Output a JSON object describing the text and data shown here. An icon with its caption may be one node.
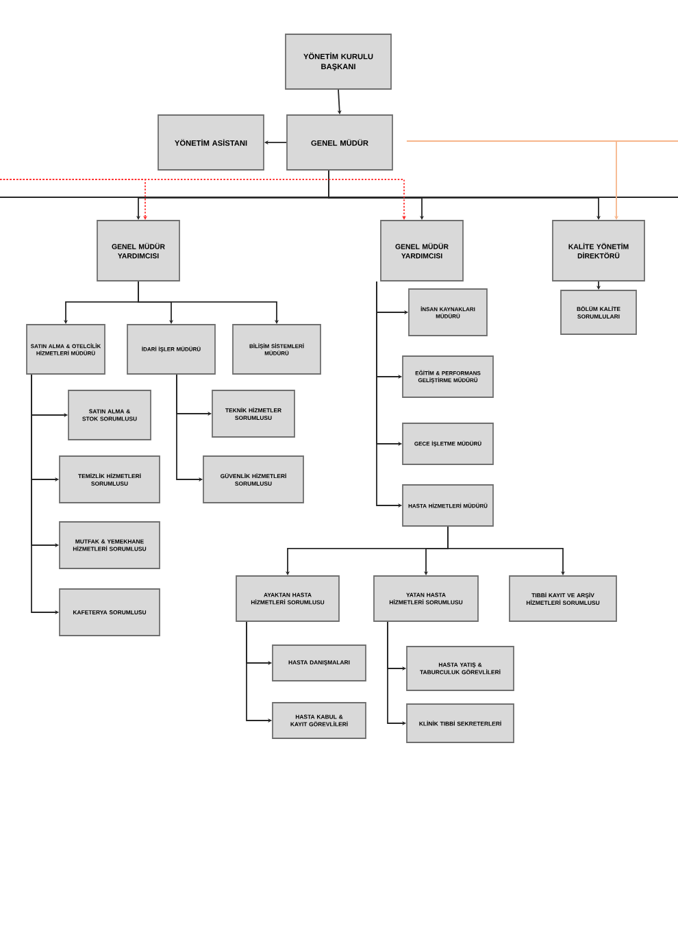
{
  "diagram": {
    "nodes": [
      {
        "text": [
          "YÖNETİM KURULU BAŞKANI"
        ]
      },
      {
        "text": [
          "YÖNETİM ASİSTANI"
        ]
      },
      {
        "text": [
          "GENEL MÜDÜR"
        ]
      },
      {
        "text": [
          "GENEL MÜDÜR YARDIMCISI"
        ]
      },
      {
        "text": [
          "GENEL MÜDÜR YARDIMCISI"
        ]
      },
      {
        "text": [
          "KALİTE YÖNETİM DİREKTÖRÜ"
        ]
      },
      {
        "text": [
          "BÖLÜM KALİTE SORUMLULARI"
        ]
      },
      {
        "text": [
          "SATIN ALMA & OTELCİLİK HİZMETLERİ MÜDÜRÜ"
        ]
      },
      {
        "text": [
          "İDARİ İŞLER MÜDÜRÜ"
        ]
      },
      {
        "text": [
          "BİLİŞİM SİSTEMLERİ MÜDÜRÜ"
        ]
      },
      {
        "text": [
          "SATIN ALMA & STOK SORUMLUSU"
        ]
      },
      {
        "text": [
          "TEMİZLİK HİZMETLERİ SORUMLUSU"
        ]
      },
      {
        "text": [
          "MUTFAK & YEMEKHANE HİZMETLERİ SORUMLUSU"
        ]
      },
      {
        "text": [
          "KAFETERYA SORUMLUSU"
        ]
      },
      {
        "text": [
          "TEKNİK HİZMETLER SORUMLUSU"
        ]
      },
      {
        "text": [
          "GÜVENLİK HİZMETLERİ SORUMLUSU"
        ]
      },
      {
        "text": [
          "İNSAN KAYNAKLARI MÜDÜRÜ"
        ]
      },
      {
        "text": [
          "EĞİTİM & PERFORMANS GELİŞTİRME MÜDÜRÜ"
        ]
      },
      {
        "text": [
          "GECE İŞLETME MÜDÜRÜ"
        ]
      },
      {
        "text": [
          "HASTA HİZMETLERİ MÜDÜRÜ"
        ]
      },
      {
        "text": [
          "AYAKTAN HASTA HİZMETLERİ SORUMLUSU"
        ]
      },
      {
        "text": [
          "YATAN HASTA HİZMETLERİ SORUMLUSU"
        ]
      },
      {
        "text": [
          "TIBBİ KAYIT VE ARŞİV HİZMETLERİ SORUMLUSU"
        ]
      },
      {
        "text": [
          "HASTA DANIŞMALARI"
        ]
      },
      {
        "text": [
          "HASTA KABUL & KAYIT GÖREVLİLERİ"
        ]
      },
      {
        "text": [
          "HASTA YATIŞ & TABURCULUK GÖREVLİLERİ"
        ]
      },
      {
        "text": [
          "KLİNİK TIBBİ SEKRETERLERİ"
        ]
      }
    ],
    "edges": [
      {
        "from": 0,
        "to": 2,
        "arrow": "to"
      },
      {
        "from": 2,
        "to": 1,
        "arrow": "to"
      },
      {
        "from": 2,
        "to": 3,
        "arrow": "to"
      },
      {
        "from": 2,
        "to": 4,
        "arrow": "to"
      },
      {
        "from": 2,
        "to": 5,
        "arrow": "to"
      },
      {
        "from": null,
        "to": 3,
        "arrow": "to",
        "style": "dashed",
        "color": "#ff2b2b"
      },
      {
        "from": null,
        "to": 4,
        "arrow": "to",
        "style": "dashed",
        "color": "#ff2b2b"
      },
      {
        "from": 2,
        "to": 5,
        "arrow": "to",
        "color": "#f7b58a"
      },
      {
        "from": 5,
        "to": 6,
        "arrow": "to"
      },
      {
        "from": 3,
        "to": 7,
        "arrow": "to"
      },
      {
        "from": 3,
        "to": 8,
        "arrow": "to"
      },
      {
        "from": 3,
        "to": 9,
        "arrow": "to"
      },
      {
        "from": 7,
        "to": 10,
        "arrow": "to"
      },
      {
        "from": 7,
        "to": 11,
        "arrow": "to"
      },
      {
        "from": 7,
        "to": 12,
        "arrow": "to"
      },
      {
        "from": 7,
        "to": 13,
        "arrow": "to"
      },
      {
        "from": 8,
        "to": 14,
        "arrow": "to"
      },
      {
        "from": 8,
        "to": 15,
        "arrow": "to"
      },
      {
        "from": 4,
        "to": 16,
        "arrow": "to"
      },
      {
        "from": 4,
        "to": 17,
        "arrow": "to"
      },
      {
        "from": 4,
        "to": 18,
        "arrow": "to"
      },
      {
        "from": 4,
        "to": 19,
        "arrow": "to"
      },
      {
        "from": 19,
        "to": 20,
        "arrow": "to"
      },
      {
        "from": 19,
        "to": 21,
        "arrow": "to"
      },
      {
        "from": 19,
        "to": 22,
        "arrow": "to"
      },
      {
        "from": 20,
        "to": 23,
        "arrow": "to"
      },
      {
        "from": 20,
        "to": 24,
        "arrow": "to"
      },
      {
        "from": 21,
        "to": 25,
        "arrow": "to"
      },
      {
        "from": 21,
        "to": 26,
        "arrow": "to"
      }
    ]
  }
}
